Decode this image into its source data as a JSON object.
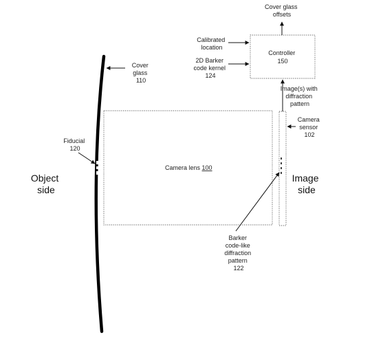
{
  "labels": {
    "cover_glass_offsets": [
      "Cover glass",
      "offsets"
    ],
    "calibrated_location": [
      "Calibrated",
      "location"
    ],
    "barker_kernel": [
      "2D Barker",
      "code kernel",
      "124"
    ],
    "controller": [
      "Controller",
      "150"
    ],
    "images_with_pattern": [
      "Image(s) with",
      "diffraction",
      "pattern"
    ],
    "camera_sensor": [
      "Camera",
      "sensor",
      "102"
    ],
    "cover_glass": [
      "Cover",
      "glass",
      "110"
    ],
    "fiducial": [
      "Fiducial",
      "120"
    ],
    "camera_lens_text": "Camera lens ",
    "camera_lens_number": "100",
    "object_side": [
      "Object",
      "side"
    ],
    "image_side": [
      "Image",
      "side"
    ],
    "diffraction_pattern": [
      "Barker",
      "code-like",
      "diffraction",
      "pattern",
      "122"
    ]
  },
  "colors": {
    "line": "#111111",
    "dashed": "#555555",
    "text": "#222222"
  }
}
